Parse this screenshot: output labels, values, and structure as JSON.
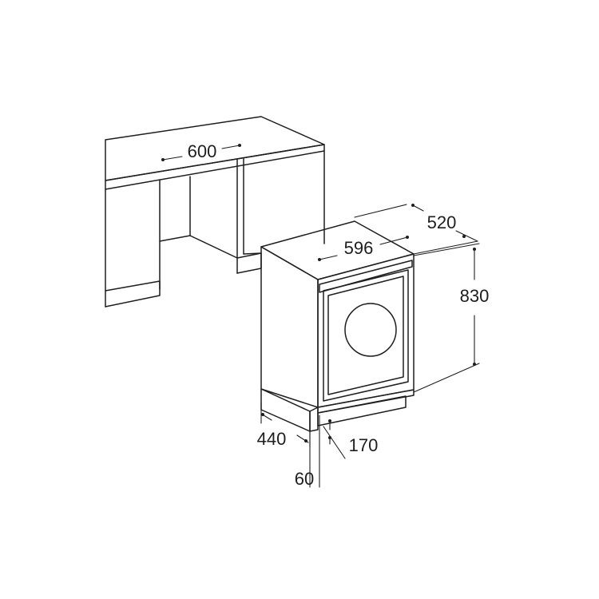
{
  "dimensions": {
    "cabinet_width": "600",
    "appliance_depth": "520",
    "appliance_width": "596",
    "appliance_height": "830",
    "plinth_depth": "440",
    "plinth_height": "170",
    "plinth_setback": "60"
  },
  "colors": {
    "line": "#1e1e1e",
    "background": "#ffffff"
  }
}
